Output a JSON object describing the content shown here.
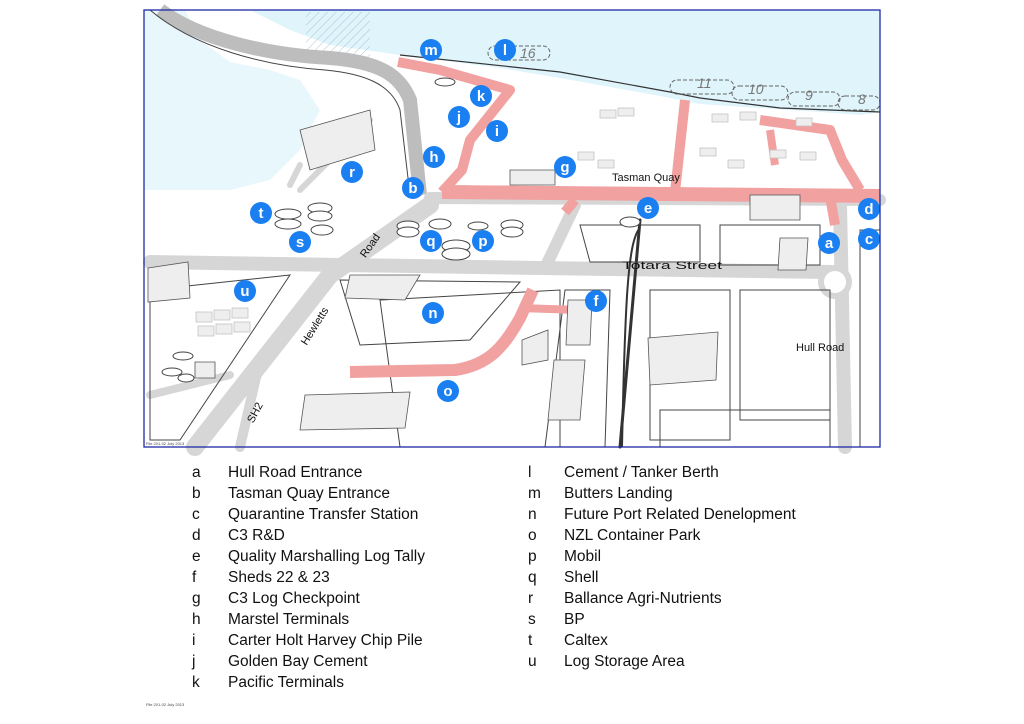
{
  "map": {
    "roads": {
      "tasman_quay": "Tasman Quay",
      "totara_street": "Totara Street",
      "hull_road": "Hull Road",
      "hewletts_road": "Hewletts",
      "road": "Road",
      "sh2": "SH2"
    },
    "berths": [
      "16",
      "11",
      "10",
      "9",
      "8"
    ],
    "markers": [
      {
        "letter": "m"
      },
      {
        "letter": "l"
      },
      {
        "letter": "k"
      },
      {
        "letter": "j"
      },
      {
        "letter": "i"
      },
      {
        "letter": "h"
      },
      {
        "letter": "g"
      },
      {
        "letter": "r"
      },
      {
        "letter": "b"
      },
      {
        "letter": "t"
      },
      {
        "letter": "s"
      },
      {
        "letter": "q"
      },
      {
        "letter": "p"
      },
      {
        "letter": "e"
      },
      {
        "letter": "d"
      },
      {
        "letter": "a"
      },
      {
        "letter": "c"
      },
      {
        "letter": "u"
      },
      {
        "letter": "f"
      },
      {
        "letter": "n"
      },
      {
        "letter": "o"
      }
    ],
    "file_ref": "File 201-02  July 2013",
    "file_ref_bottom": "File 201-02  July 2013"
  },
  "colors": {
    "route": "#f2a1a1",
    "marker": "#1a7ff0",
    "road": "#d6d6d6",
    "water": "#d9f2fa",
    "land": "#ffffff",
    "frame": "#1e2aa8"
  },
  "legend": {
    "left": [
      {
        "letter": "a",
        "label": "Hull Road Entrance"
      },
      {
        "letter": "b",
        "label": "Tasman Quay Entrance"
      },
      {
        "letter": "c",
        "label": "Quarantine Transfer Station"
      },
      {
        "letter": "d",
        "label": "C3 R&D"
      },
      {
        "letter": "e",
        "label": "Quality Marshalling Log Tally"
      },
      {
        "letter": "f",
        "label": "Sheds 22 & 23"
      },
      {
        "letter": "g",
        "label": "C3 Log Checkpoint"
      },
      {
        "letter": "h",
        "label": "Marstel Terminals"
      },
      {
        "letter": "i",
        "label": "Carter Holt Harvey Chip Pile"
      },
      {
        "letter": "j",
        "label": "Golden Bay Cement"
      },
      {
        "letter": "k",
        "label": "Pacific Terminals"
      }
    ],
    "right": [
      {
        "letter": "l",
        "label": "Cement / Tanker Berth"
      },
      {
        "letter": "m",
        "label": "Butters Landing"
      },
      {
        "letter": "n",
        "label": "Future Port Related Denelopment"
      },
      {
        "letter": "o",
        "label": "NZL Container Park"
      },
      {
        "letter": "p",
        "label": "Mobil"
      },
      {
        "letter": "q",
        "label": "Shell"
      },
      {
        "letter": "r",
        "label": "Ballance Agri-Nutrients"
      },
      {
        "letter": "s",
        "label": "BP"
      },
      {
        "letter": "t",
        "label": "Caltex"
      },
      {
        "letter": "u",
        "label": "Log Storage Area"
      }
    ]
  }
}
